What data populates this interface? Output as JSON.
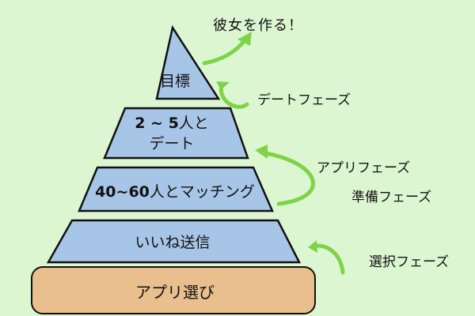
{
  "colors": {
    "background": "#ddf6d2",
    "tier_fill": "#a7c5e6",
    "base_fill": "#e8bf8d",
    "arrow": "#7ed348",
    "outline": "#111111"
  },
  "pyramid": {
    "tiers": [
      {
        "label": "目標"
      },
      {
        "label_bold": "2 ~ 5",
        "label_rest": "人と",
        "label_line2": "デート"
      },
      {
        "label_bold": "40~60",
        "label_rest": "人とマッチング"
      },
      {
        "label": "いいね送信"
      }
    ],
    "base": {
      "label": "アプリ選び"
    }
  },
  "side_labels": {
    "top": "彼女を作る！",
    "date_phase": "デートフェーズ",
    "app_phase": "アプリフェーズ",
    "prep_phase": "準備フェーズ",
    "select_phase": "選択フェーズ"
  }
}
